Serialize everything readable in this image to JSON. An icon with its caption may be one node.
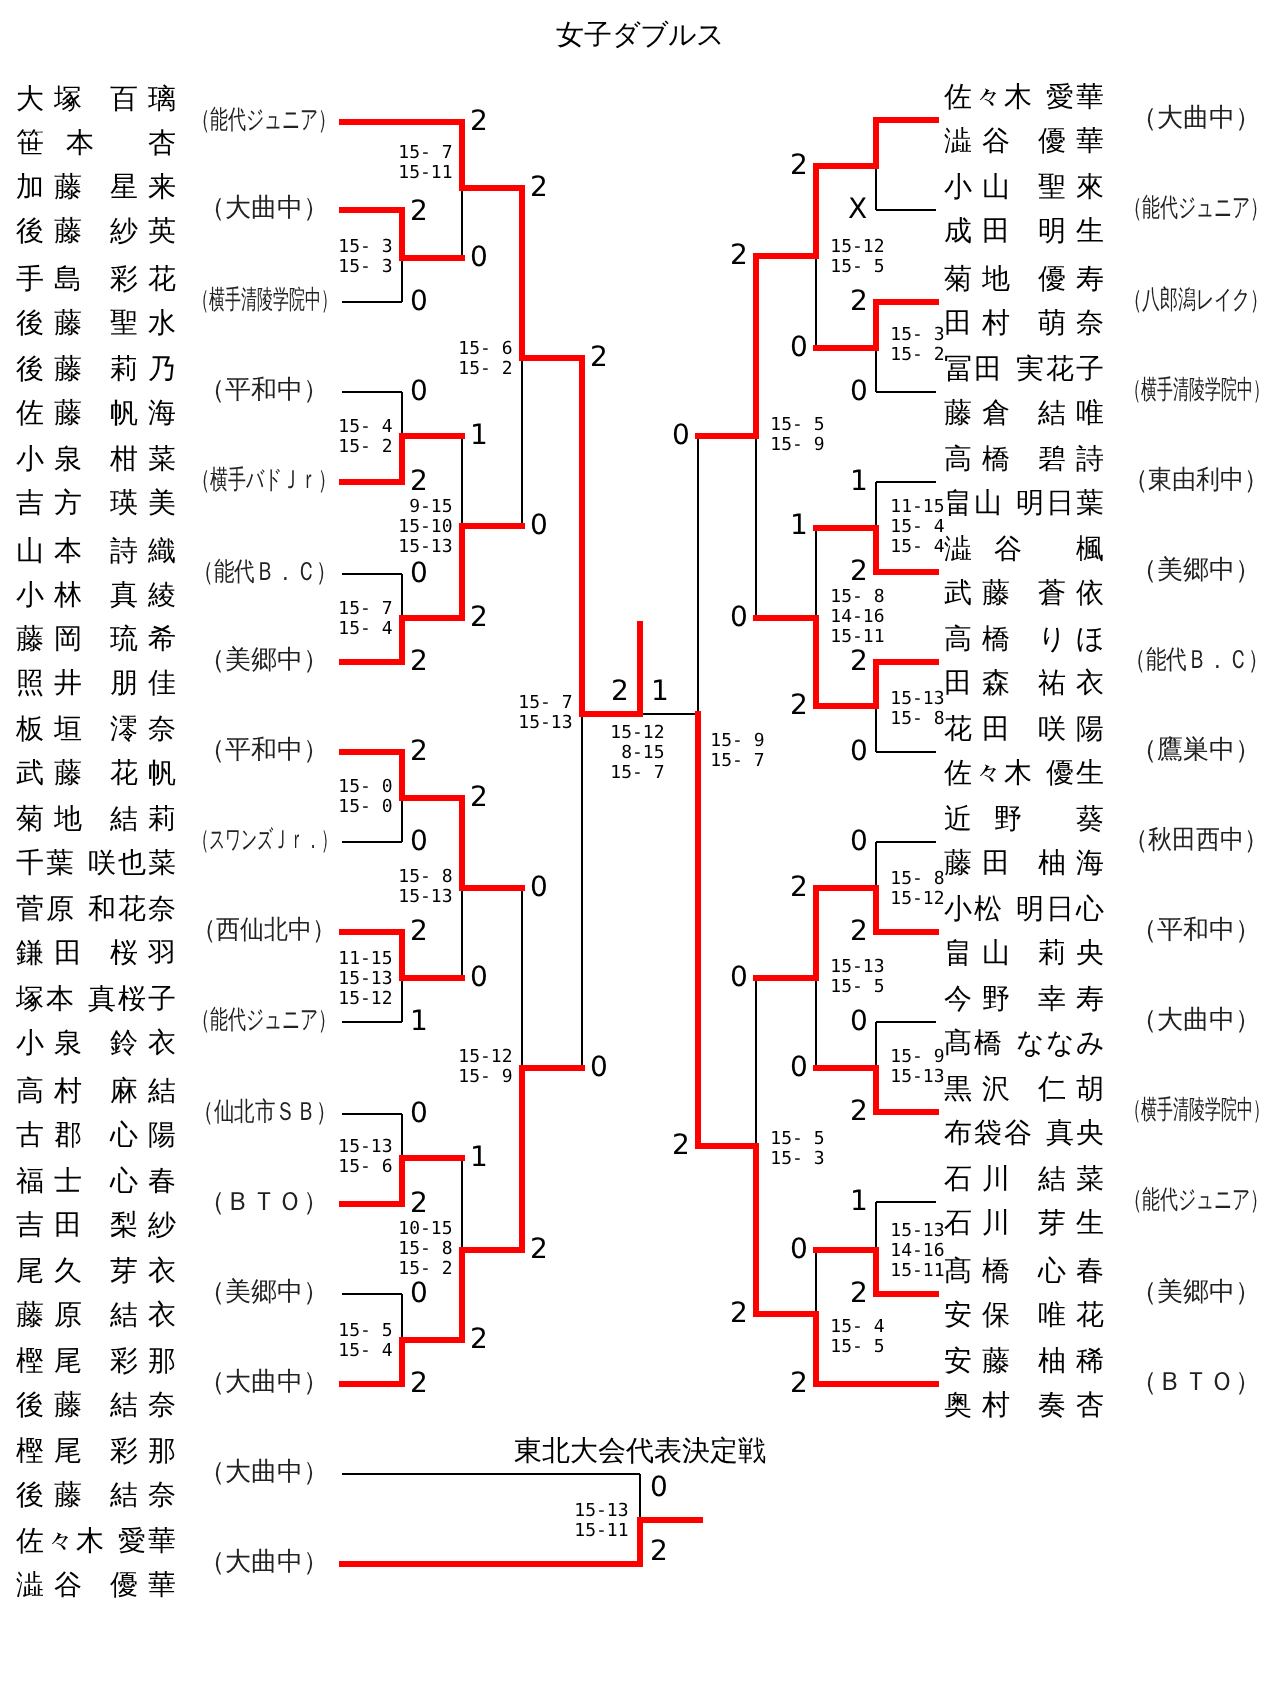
{
  "diagram": {
    "title": "女子ダブルス",
    "nodes": [
      {
        "text": [
          "大塚 百璃",
          "笹本 杏"
        ],
        "beside": [
          "（能代ジュニア）"
        ]
      },
      {
        "text": [
          "加藤 星来",
          "後藤 紗英"
        ],
        "beside": [
          "（大曲中）"
        ]
      },
      {
        "text": [
          "手島 彩花",
          "後藤 聖水"
        ],
        "beside": [
          "（横手清陵学院中）"
        ]
      },
      {
        "text": [
          "後藤 莉乃",
          "佐藤 帆海"
        ],
        "beside": [
          "（平和中）"
        ]
      },
      {
        "text": [
          "小泉 柑菜",
          "吉方 瑛美"
        ],
        "beside": [
          "（横手バドＪｒ）"
        ]
      },
      {
        "text": [
          "山本 詩織",
          "小林 真綾"
        ],
        "beside": [
          "（能代Ｂ．Ｃ）"
        ]
      },
      {
        "text": [
          "藤岡 琉希",
          "照井 朋佳"
        ],
        "beside": [
          "（美郷中）"
        ]
      },
      {
        "text": [
          "板垣 澪奈",
          "武藤 花帆"
        ],
        "beside": [
          "（平和中）"
        ]
      },
      {
        "text": [
          "菊地 結莉",
          "千葉 咲也菜"
        ],
        "beside": [
          "（スワンズＪｒ．）"
        ]
      },
      {
        "text": [
          "菅原 和花奈",
          "鎌田 桜羽"
        ],
        "beside": [
          "（西仙北中）"
        ]
      },
      {
        "text": [
          "塚本 真桜子",
          "小泉 鈴衣"
        ],
        "beside": [
          "（能代ジュニア）"
        ]
      },
      {
        "text": [
          "高村 麻結",
          "古郡 心陽"
        ],
        "beside": [
          "（仙北市ＳＢ）"
        ]
      },
      {
        "text": [
          "福士 心春",
          "吉田 梨紗"
        ],
        "beside": [
          "（ＢＴＯ）"
        ]
      },
      {
        "text": [
          "尾久 芽衣",
          "藤原 結衣"
        ],
        "beside": [
          "（美郷中）"
        ]
      },
      {
        "text": [
          "樫尾 彩那",
          "後藤 結奈"
        ],
        "beside": [
          "（大曲中）"
        ]
      },
      {
        "text": [
          "佐々木 愛華",
          "澁谷 優華"
        ],
        "beside": [
          "（大曲中）"
        ]
      },
      {
        "text": [
          "小山 聖來",
          "成田 明生"
        ],
        "beside": [
          "（能代ジュニア）"
        ]
      },
      {
        "text": [
          "菊地 優寿",
          "田村 萌奈"
        ],
        "beside": [
          "（八郎潟レイク）"
        ]
      },
      {
        "text": [
          "冨田 実花子",
          "藤倉 結唯"
        ],
        "beside": [
          "（横手清陵学院中）"
        ]
      },
      {
        "text": [
          "高橋 碧詩",
          "畠山 明日葉"
        ],
        "beside": [
          "（東由利中）"
        ]
      },
      {
        "text": [
          "澁谷 楓",
          "武藤 蒼依"
        ],
        "beside": [
          "（美郷中）"
        ]
      },
      {
        "text": [
          "高橋 りほ",
          "田森 祐衣"
        ],
        "beside": [
          "（能代Ｂ．Ｃ）"
        ]
      },
      {
        "text": [
          "花田 咲陽",
          "佐々木 優生"
        ],
        "beside": [
          "（鷹巣中）"
        ]
      },
      {
        "text": [
          "近野 葵",
          "藤田 柚海"
        ],
        "beside": [
          "（秋田西中）"
        ]
      },
      {
        "text": [
          "小松 明日心",
          "畠山 莉央"
        ],
        "beside": [
          "（平和中）"
        ]
      },
      {
        "text": [
          "今野 幸寿",
          "髙橋 ななみ"
        ],
        "beside": [
          "（大曲中）"
        ]
      },
      {
        "text": [
          "黒沢 仁胡",
          "布袋谷 真央"
        ],
        "beside": [
          "（横手清陵学院中）"
        ]
      },
      {
        "text": [
          "石川 結菜",
          "石川 芽生"
        ],
        "beside": [
          "（能代ジュニア）"
        ]
      },
      {
        "text": [
          "髙橋 心春",
          "安保 唯花"
        ],
        "beside": [
          "（美郷中）"
        ]
      },
      {
        "text": [
          "安藤 柚稀",
          "奥村 奏杏"
        ],
        "beside": [
          "（ＢＴＯ）"
        ]
      },
      {
        "text": [
          "樫尾 彩那",
          "後藤 結奈"
        ],
        "beside": [
          "（大曲中）"
        ]
      },
      {
        "text": [
          "佐々木 愛華",
          "澁谷 優華"
        ],
        "beside": [
          "（大曲中）"
        ]
      }
    ],
    "labels": [
      "2",
      "0",
      "15- 3 15- 3",
      "2",
      "0",
      "15- 7 15-11",
      "0",
      "2",
      "15- 4 15- 2",
      "0",
      "2",
      "15- 7 15- 4",
      "1",
      "2",
      "9-15 15-10 15-13",
      "2",
      "0",
      "15- 6 15- 2",
      "2",
      "0",
      "15- 0 15- 0",
      "2",
      "1",
      "11-15 15-13 15-12",
      "2",
      "0",
      "15- 8 15-13",
      "0",
      "2",
      "15-13 15- 6",
      "0",
      "2",
      "15- 5 15- 4",
      "1",
      "2",
      "10-15 15- 8 15- 2",
      "0",
      "2",
      "15-12 15- 9",
      "2",
      "0",
      "15- 7 15-13",
      "2",
      "1",
      "15-12 8-15 15- 7",
      "X",
      "2",
      "0",
      "15- 3 15- 2",
      "2",
      "0",
      "15-12 15- 5",
      "1",
      "2",
      "11-15 15- 4 15- 4",
      "2",
      "0",
      "15-13 15- 8",
      "1",
      "2",
      "15- 8 14-16 15-11",
      "2",
      "0",
      "15- 5 15- 9",
      "0",
      "2",
      "15- 8 15-12",
      "0",
      "2",
      "15- 9 15-13",
      "2",
      "0",
      "15-13 15- 5",
      "1",
      "2",
      "15-13 14-16 15-11",
      "0",
      "2",
      "15- 4 15- 5",
      "0",
      "2",
      "15- 5 15- 3",
      "0",
      "2",
      "15- 9 15- 7",
      "東北大会代表決定戦",
      "0",
      "2",
      "15-13 15-11"
    ]
  }
}
